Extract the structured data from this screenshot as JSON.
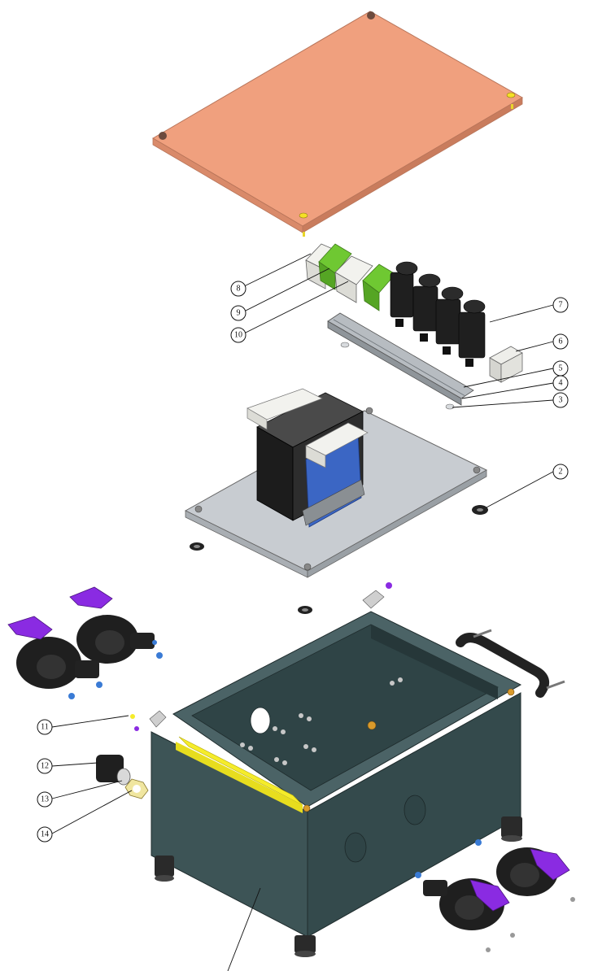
{
  "callouts": [
    "2",
    "3",
    "4",
    "5",
    "6",
    "7",
    "8",
    "9",
    "10",
    "11",
    "12",
    "13",
    "14"
  ],
  "colors": {
    "lid": "#f0a07e",
    "lid_edge": "#c97c5d",
    "plate": "#c8ccd1",
    "transformer_core": "#2a2a2a",
    "coil": "#3b66c4",
    "terminal_white": "#f2f2ee",
    "terminal_green": "#6fc832",
    "relay_black": "#1f1f1f",
    "rail": "#a9aeb3",
    "enclosure": "#3d5456",
    "enclosure_dark": "#2c3e40",
    "yellow_strip": "#f5ec2a",
    "latch_purple": "#8a2be2",
    "handle": "#222222",
    "foot": "#2a2a2a",
    "gold": "#d99a2b"
  }
}
